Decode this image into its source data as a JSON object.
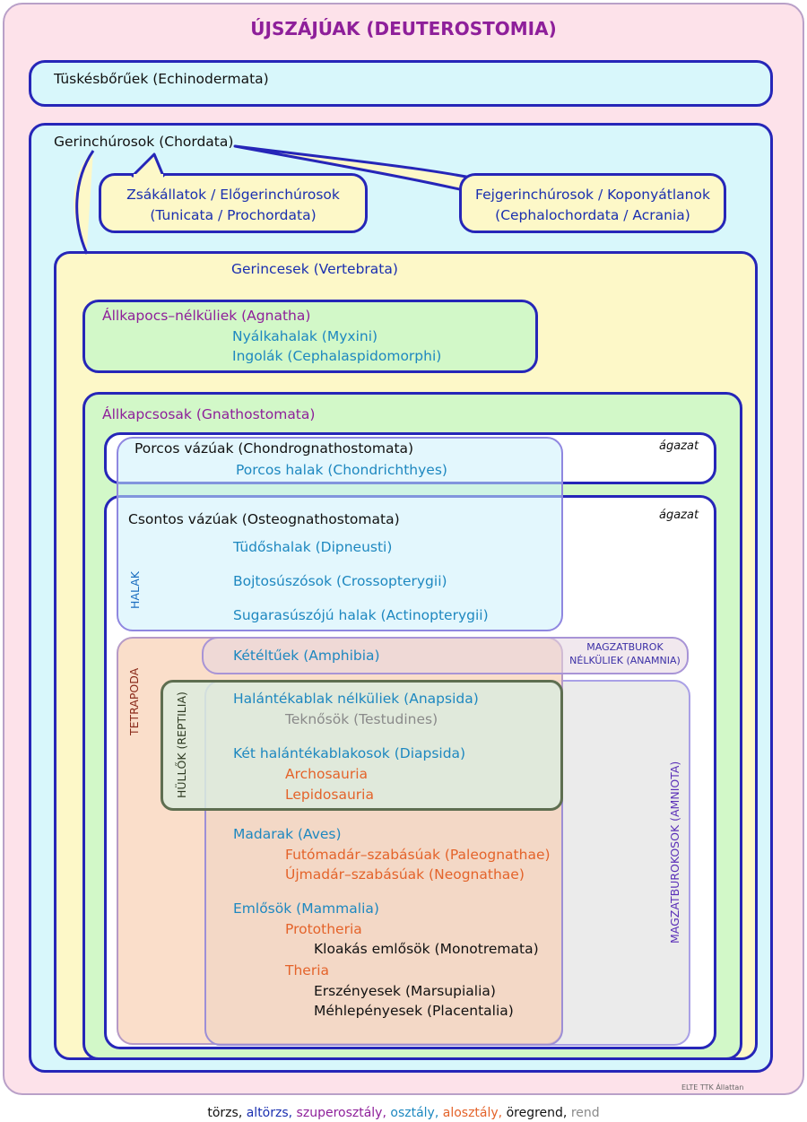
{
  "title": "ÚJSZÁJÚAK (DEUTEROSTOMIA)",
  "credit": "ELTE TTK Állattan",
  "colors": {
    "torzs": "#111111",
    "altorzs": "#1a2fb0",
    "szuperosztaly": "#8e1f9a",
    "osztaly": "#1e88c0",
    "alosztaly": "#e4632a",
    "oregrend": "#111111",
    "rend": "#8a8a8a",
    "outer_fill": "#fde2ea",
    "cyan_fill": "#d8f7fb",
    "yellow_fill": "#fdf8c8",
    "green_fill": "#d2f8c8",
    "tetrapoda_fill": "#fde1cc",
    "amniota_fill": "#eeeeee"
  },
  "groups": {
    "echinodermata": "Tüskésbőrűek (Echinodermata)",
    "chordata": "Gerinchúrosok (Chordata)",
    "tunicata_1": "Zsákállatok / Előgerinchúrosok",
    "tunicata_2": "(Tunicata / Prochordata)",
    "cephalochordata_1": "Fejgerinchúrosok / Koponyátlanok",
    "cephalochordata_2": "(Cephalochordata / Acrania)",
    "vertebrata": "Gerincesek (Vertebrata)",
    "agnatha": "Állkapocs–nélküliek (Agnatha)",
    "myxini": "Nyálkahalak (Myxini)",
    "cephalaspidomorphi": "Ingolák (Cephalaspidomorphi)",
    "gnathostomata": "Állkapcsosak (Gnathostomata)",
    "chondrognathostomata": "Porcos vázúak (Chondrognathostomata)",
    "chondrichthyes": "Porcos halak (Chondrichthyes)",
    "agazat_1": "ágazat",
    "osteognathostomata": "Csontos vázúak (Osteognathostomata)",
    "agazat_2": "ágazat",
    "dipneusti": "Tüdőshalak (Dipneusti)",
    "crossopterygii": "Bojtosúszósok (Crossopterygii)",
    "actinopterygii": "Sugarasúszójú halak (Actinopterygii)",
    "halak": "HALAK",
    "amphibia": "Kétéltűek (Amphibia)",
    "anamnia_1": "MAGZATBUROK",
    "anamnia_2": "NÉLKÜLIEK (ANAMNIA)",
    "tetrapoda": "TETRAPODA",
    "reptilia": "HÜLLŐK (REPTILIA)",
    "anapsida": "Halántékablak nélküliek (Anapsida)",
    "testudines": "Teknősök (Testudines)",
    "diapsida": "Két halántékablakosok (Diapsida)",
    "archosauria": "Archosauria",
    "lepidosauria": "Lepidosauria",
    "aves": "Madarak (Aves)",
    "paleognathae": "Futómadár–szabásúak (Paleognathae)",
    "neognathae": "Újmadár–szabásúak (Neognathae)",
    "mammalia": "Emlősök (Mammalia)",
    "prototheria": "Prototheria",
    "monotremata": "Kloakás emlősök (Monotremata)",
    "theria": "Theria",
    "marsupialia": "Erszényesek (Marsupialia)",
    "placentalia": "Méhlepényesek (Placentalia)",
    "amniota": "MAGZATBUROKOSOK (AMNIOTA)"
  },
  "legend": {
    "torzs": "törzs,",
    "altorzs": "altörzs,",
    "szuperosztaly": "szuperosztály,",
    "osztaly": "osztály,",
    "alosztaly": "alosztály,",
    "oregrend": "öregrend,",
    "rend": "rend"
  }
}
